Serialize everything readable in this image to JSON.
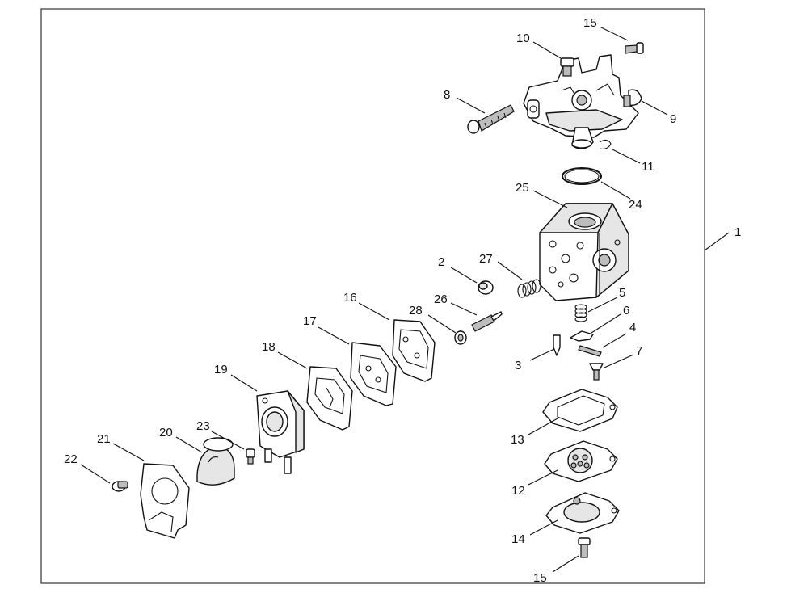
{
  "diagram": {
    "type": "exploded-parts-view",
    "callouts": [
      {
        "id": "c1",
        "text": "1"
      },
      {
        "id": "c2",
        "text": "2"
      },
      {
        "id": "c3",
        "text": "3"
      },
      {
        "id": "c4",
        "text": "4"
      },
      {
        "id": "c5",
        "text": "5"
      },
      {
        "id": "c6",
        "text": "6"
      },
      {
        "id": "c7",
        "text": "7"
      },
      {
        "id": "c8",
        "text": "8"
      },
      {
        "id": "c9",
        "text": "9"
      },
      {
        "id": "c10",
        "text": "10"
      },
      {
        "id": "c11",
        "text": "11"
      },
      {
        "id": "c12",
        "text": "12"
      },
      {
        "id": "c13",
        "text": "13"
      },
      {
        "id": "c14",
        "text": "14"
      },
      {
        "id": "c15a",
        "text": "15"
      },
      {
        "id": "c15b",
        "text": "15"
      },
      {
        "id": "c16",
        "text": "16"
      },
      {
        "id": "c17",
        "text": "17"
      },
      {
        "id": "c18",
        "text": "18"
      },
      {
        "id": "c19",
        "text": "19"
      },
      {
        "id": "c20",
        "text": "20"
      },
      {
        "id": "c21",
        "text": "21"
      },
      {
        "id": "c22",
        "text": "22"
      },
      {
        "id": "c23",
        "text": "23"
      },
      {
        "id": "c24",
        "text": "24"
      },
      {
        "id": "c25",
        "text": "25"
      },
      {
        "id": "c26",
        "text": "26"
      },
      {
        "id": "c27",
        "text": "27"
      },
      {
        "id": "c28",
        "text": "28"
      }
    ]
  }
}
